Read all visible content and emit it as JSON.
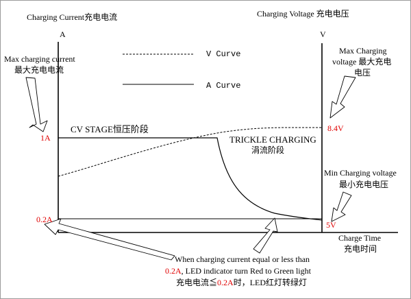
{
  "axes": {
    "left_title": "Charging Current充电电流",
    "left_unit": "A",
    "right_title": "Charging Voltage 充电电压",
    "right_unit": "V",
    "x_title_en": "Charge Time",
    "x_title_cn": "充电时间"
  },
  "ticks": {
    "current_high": "1A",
    "current_low": "0.2A",
    "voltage_high": "8.4V",
    "voltage_low": "5V"
  },
  "legend": {
    "v_curve": "V Curve",
    "a_curve": "A Curve"
  },
  "stages": {
    "cv": "CV STAGE恒压阶段",
    "trickle_en": "TRICKLE CHARGING",
    "trickle_cn": "涓流阶段"
  },
  "callouts": {
    "max_current_en": "Max charging current",
    "max_current_cn": "最大充电电流",
    "max_voltage_line1": "Max Charging",
    "max_voltage_line2": "voltage 最大充电",
    "max_voltage_line3": "电压",
    "min_voltage_en": "Min Charging voltage",
    "min_voltage_cn": "最小充电电压",
    "note_line1": "When charging current equal or less than",
    "note_line2_red": "0.2A",
    "note_line2_rest": ", LED indicator turn Red to Green light",
    "note_line3_a": "充电电流≦",
    "note_line3_red": "0.2A",
    "note_line3_b": "时，LED红灯转绿灯"
  },
  "colors": {
    "accent_red": "#e00000",
    "line": "#000000",
    "callout_fill": "#ffffff"
  }
}
